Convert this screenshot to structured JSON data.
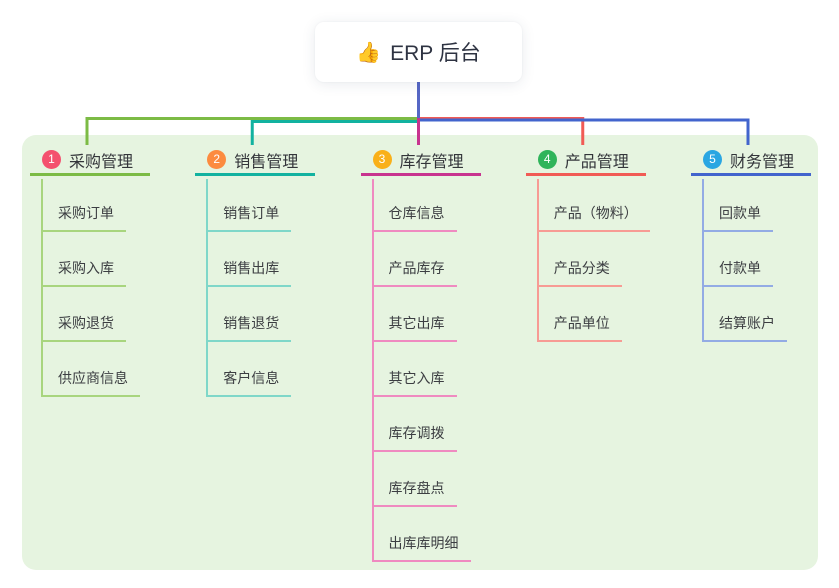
{
  "root": {
    "icon": "👍",
    "label": "ERP 后台"
  },
  "branches": [
    {
      "num": "1",
      "label": "采购管理",
      "color": "#7cbb45",
      "light": "#a8d57e",
      "badge": "#f4506e",
      "children": [
        "采购订单",
        "采购入库",
        "采购退货",
        "供应商信息"
      ]
    },
    {
      "num": "2",
      "label": "销售管理",
      "color": "#12b2a0",
      "light": "#7fd7c9",
      "badge": "#fc8b3f",
      "children": [
        "销售订单",
        "销售出库",
        "销售退货",
        "客户信息"
      ]
    },
    {
      "num": "3",
      "label": "库存管理",
      "color": "#c8338f",
      "light": "#ef8ac0",
      "badge": "#f9b019",
      "children": [
        "仓库信息",
        "产品库存",
        "其它出库",
        "其它入库",
        "库存调拨",
        "库存盘点",
        "出库库明细"
      ]
    },
    {
      "num": "4",
      "label": "产品管理",
      "color": "#f15b55",
      "light": "#f79b94",
      "badge": "#2fb45a",
      "children": [
        "产品（物料）",
        "产品分类",
        "产品单位"
      ]
    },
    {
      "num": "5",
      "label": "财务管理",
      "color": "#4264cd",
      "light": "#93abe4",
      "badge": "#2aa6e2",
      "children": [
        "回款单",
        "付款单",
        "结算账户"
      ]
    }
  ],
  "colors": {
    "canvas_bg": "#ffffff",
    "panel_bg": "#e6f4e0",
    "root_line": "#5667c5",
    "root_text": "#2e3342",
    "header_text": "#33353a",
    "child_text": "#3c3e42"
  }
}
